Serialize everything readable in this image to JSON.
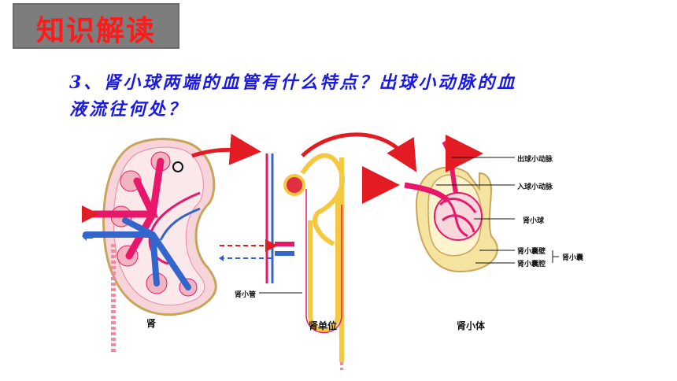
{
  "header": {
    "title": "知识解读"
  },
  "question": {
    "line1": "3、肾小球两端的血管有什么特点？出球小动脉的血",
    "line2": "液流往何处？"
  },
  "diagram": {
    "kidney_label": "肾",
    "nephron_label": "肾单位",
    "tubule_label": "肾小管",
    "corpuscle_label": "肾小体",
    "efferent_label": "出球小动脉",
    "afferent_label": "入球小动脉",
    "glomerulus_label": "肾小球",
    "capsule_wall_label": "肾小囊壁",
    "capsule_cavity_label": "肾小囊腔",
    "capsule_label": "肾小囊",
    "colors": {
      "artery": "#e8176b",
      "vein": "#3366cc",
      "arrow": "#e31b23",
      "tubule": "#f5c842"
    }
  }
}
